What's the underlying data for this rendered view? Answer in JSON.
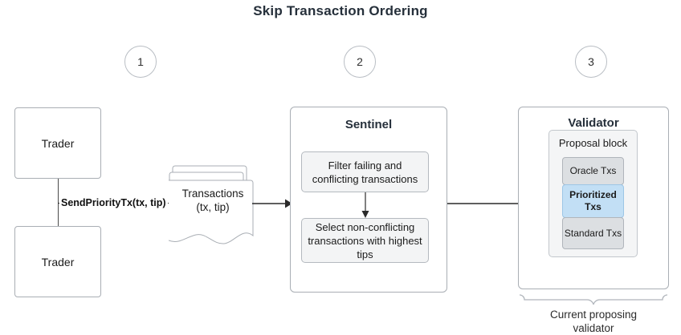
{
  "page": {
    "title": "Skip Transaction Ordering",
    "background_color": "#ffffff"
  },
  "colors": {
    "title_text": "#26303b",
    "box_border": "#a9aeb4",
    "process_fill": "#f3f4f5",
    "slab_fill": "#dcdfe2",
    "highlight_fill": "#c2dff5",
    "highlight_border": "#9dc6e6",
    "connector": "#2a2a2a"
  },
  "steps": [
    {
      "number": "1"
    },
    {
      "number": "2"
    },
    {
      "number": "3"
    }
  ],
  "traders": [
    {
      "label": "Trader"
    },
    {
      "label": "Trader"
    }
  ],
  "edges": {
    "send_priority_tx": "SendPriorityTx(tx, tip)"
  },
  "transactions_doc": {
    "line1": "Transactions",
    "line2": "(tx, tip)"
  },
  "sentinel": {
    "title": "Sentinel",
    "steps": [
      {
        "label": "Filter failing and conflicting transactions"
      },
      {
        "label": "Select non-conflicting transactions with highest tips"
      }
    ]
  },
  "validator": {
    "title": "Validator",
    "proposal_block": {
      "title": "Proposal block",
      "slabs": [
        {
          "label": "Oracle Txs",
          "highlighted": false
        },
        {
          "label": "Prioritized Txs",
          "highlighted": true
        },
        {
          "label": "Standard Txs",
          "highlighted": false
        }
      ]
    },
    "caption": {
      "line1": "Current proposing",
      "line2": "validator"
    }
  }
}
